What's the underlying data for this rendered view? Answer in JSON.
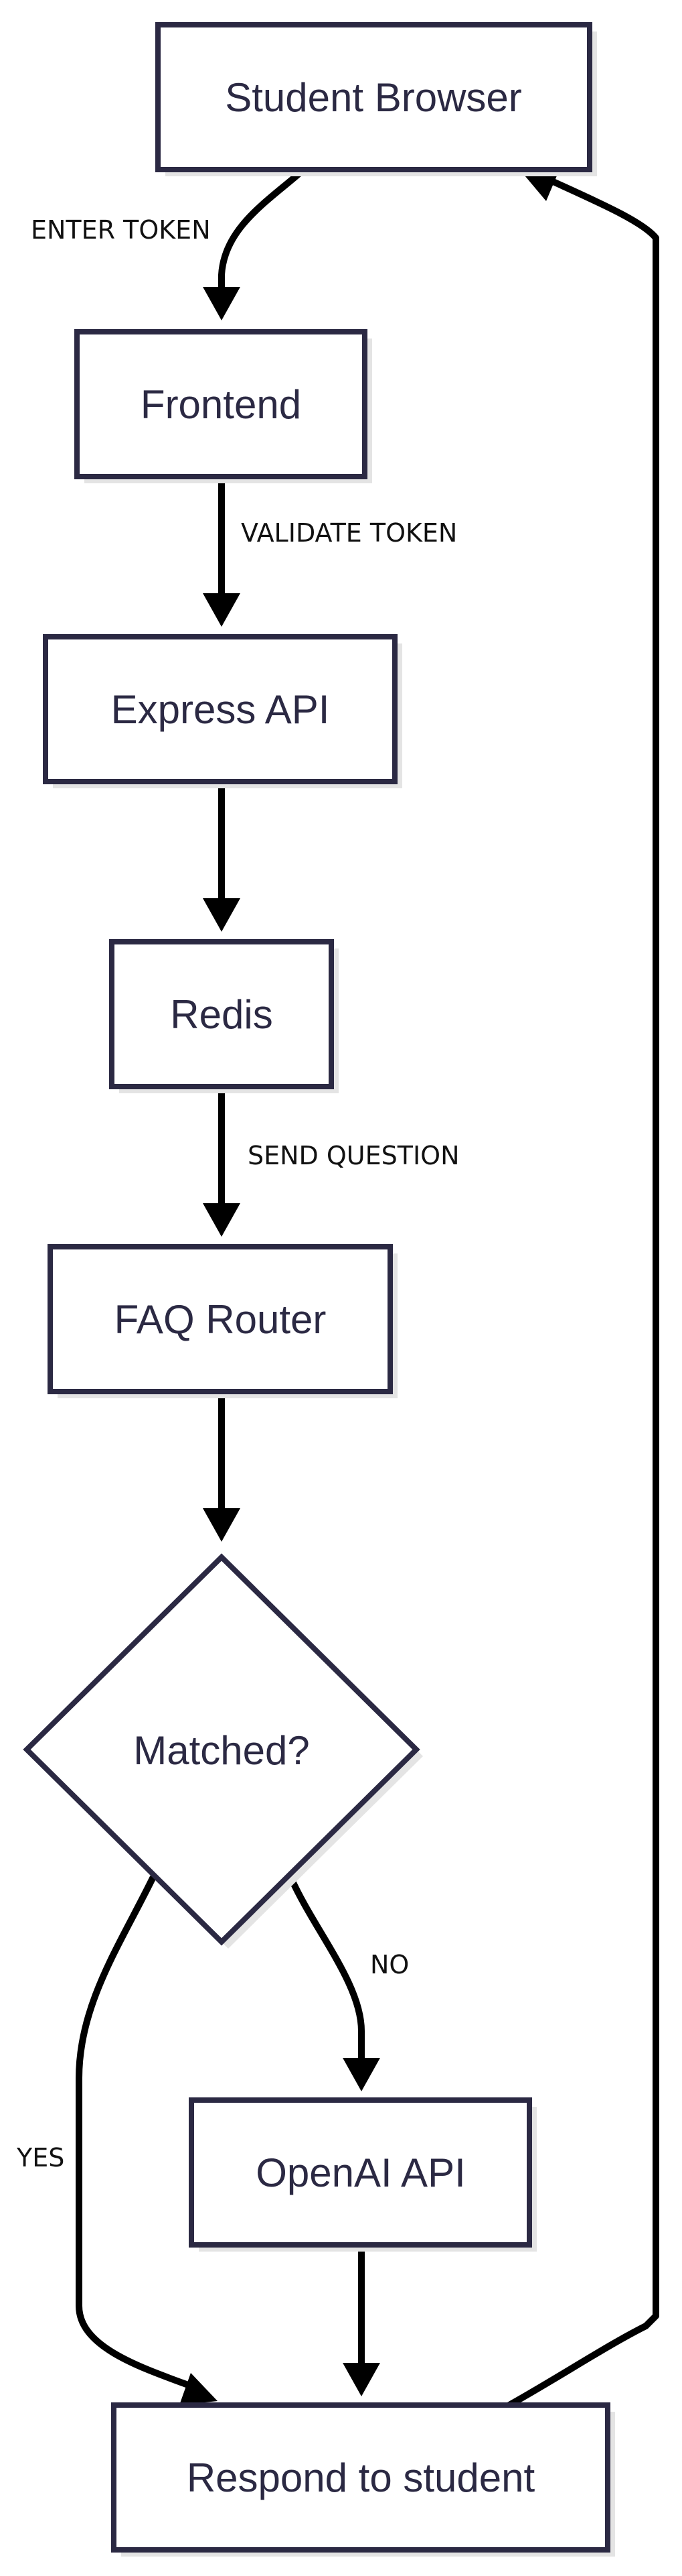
{
  "colors": {
    "node_fill": "#ffffff",
    "node_stroke": "#2b2943",
    "node_shadow": "#e4e4e4",
    "edge_stroke": "#000000",
    "node_text": "#2b2943",
    "edge_text": "#111111"
  },
  "nodes": {
    "student_browser": "Student Browser",
    "frontend": "Frontend",
    "express_api": "Express API",
    "redis": "Redis",
    "faq_router": "FAQ Router",
    "matched": "Matched?",
    "openai_api": "OpenAI API",
    "respond": "Respond to student"
  },
  "edges": {
    "enter_token": "ENTER TOKEN",
    "validate_token": "VALIDATE TOKEN",
    "send_question": "SEND QUESTION",
    "no": "NO",
    "yes": "YES"
  }
}
